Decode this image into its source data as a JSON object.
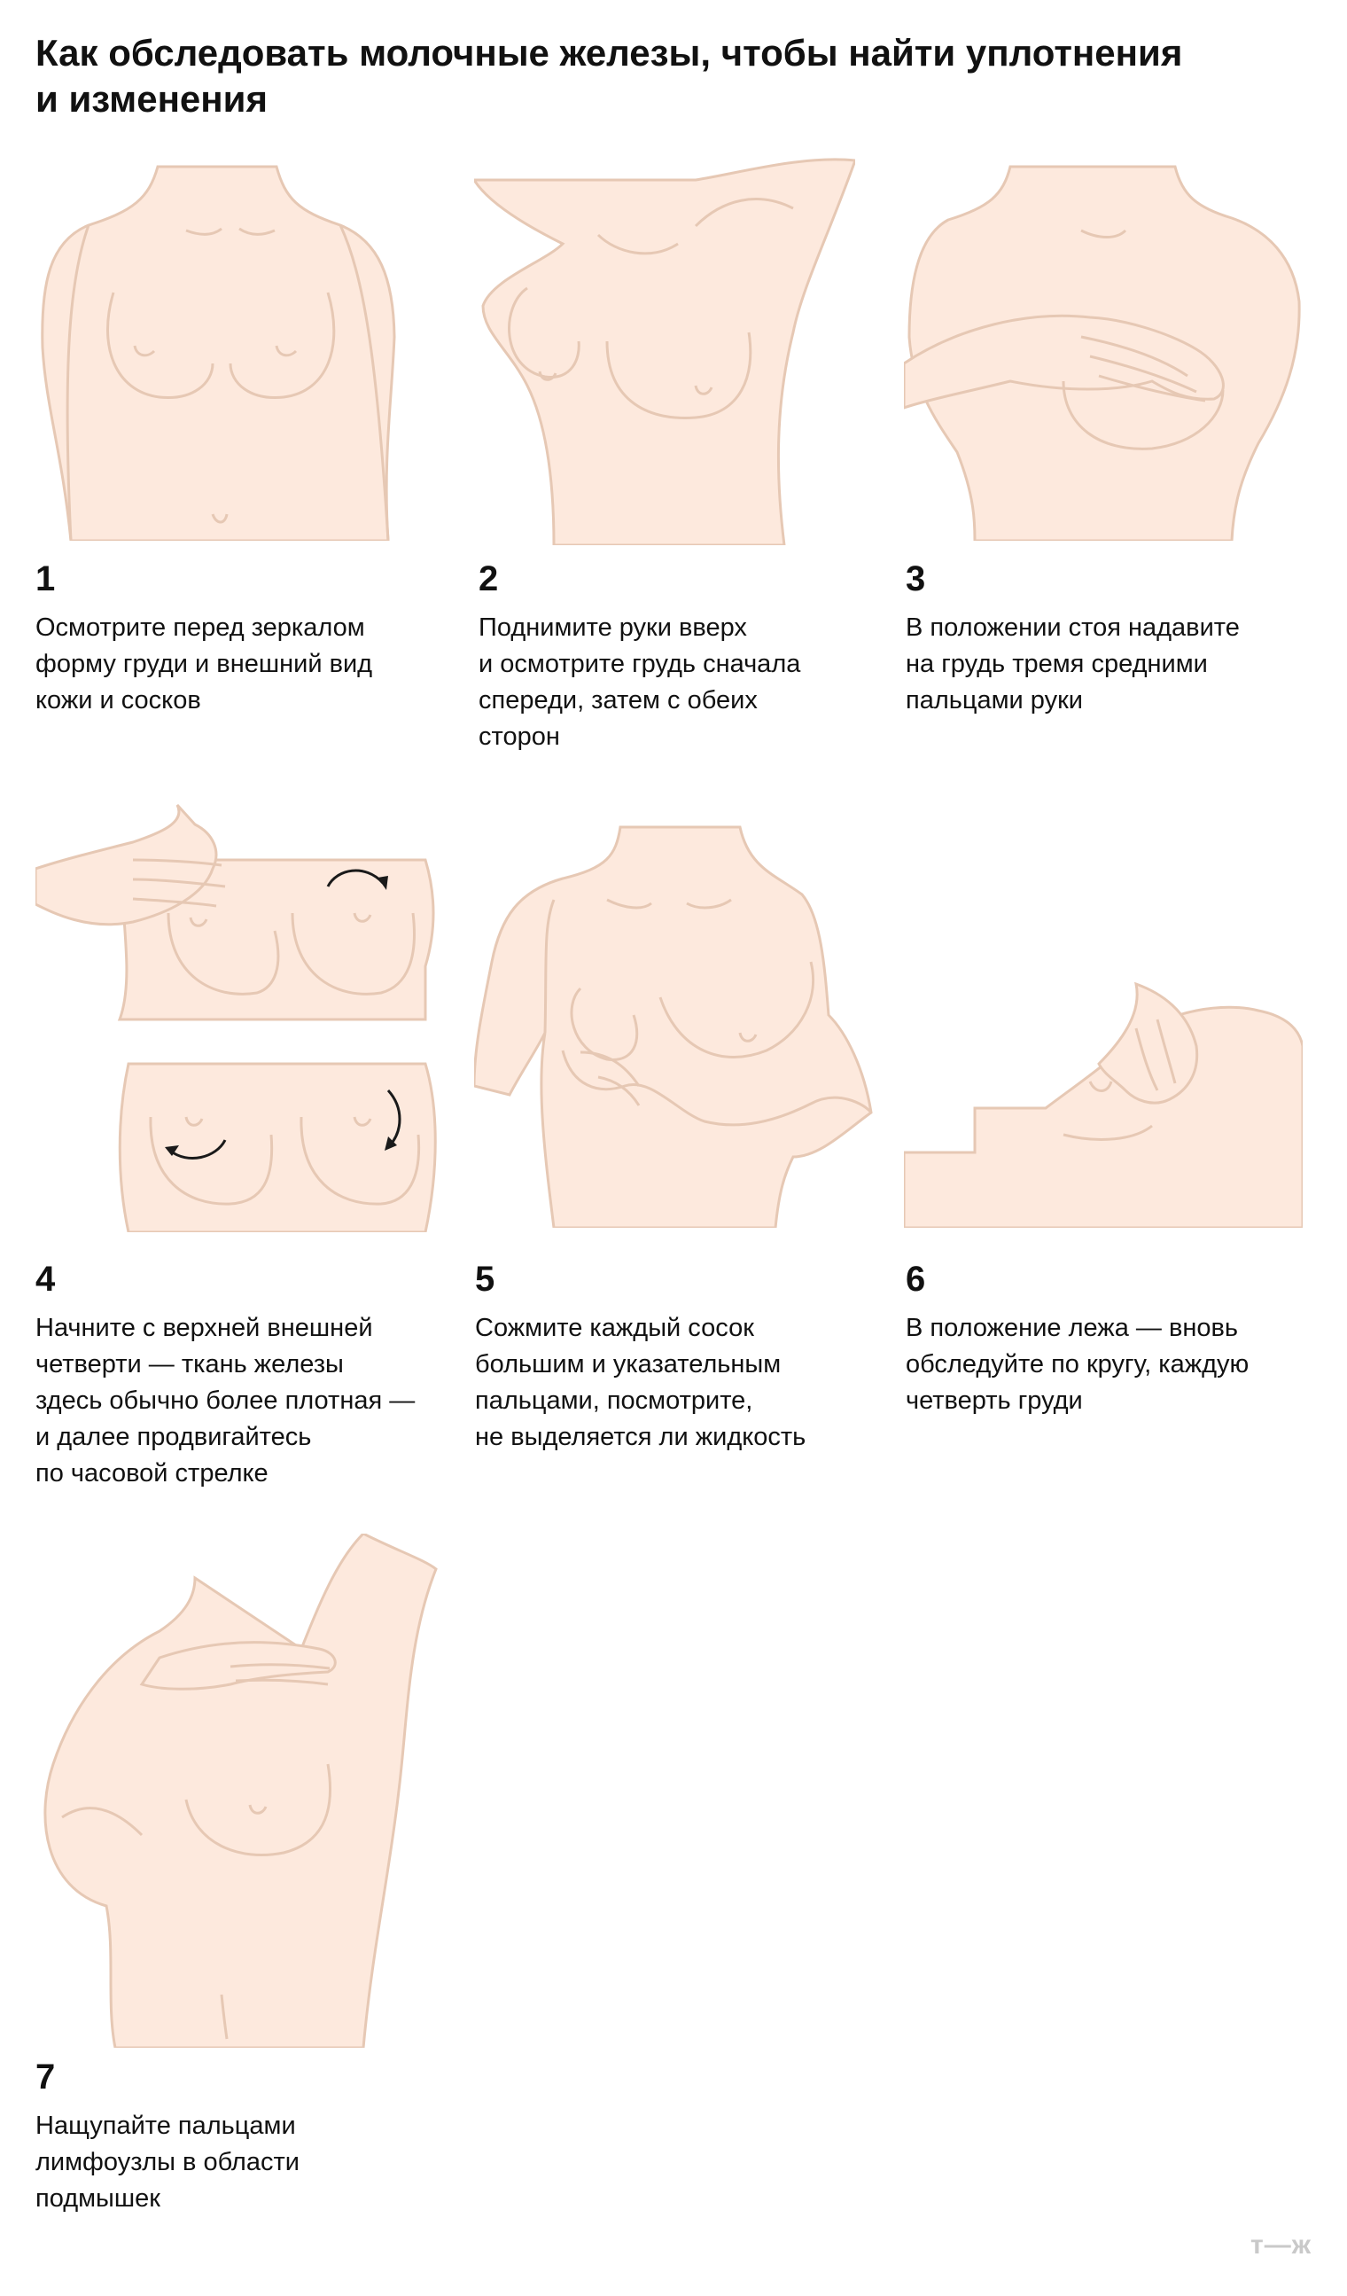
{
  "title": {
    "line1": "Как обследовать молочные железы, чтобы найти уплотнения",
    "line2": "и изменения"
  },
  "colors": {
    "skin": "#fde9dd",
    "outline": "#e6c8b4",
    "arrow": "#1a1a1a",
    "logo": "#c9c9c9"
  },
  "steps": [
    {
      "number": "1",
      "lines": [
        "Осмотрите перед зеркалом",
        "форму груди и внешний вид",
        "кожи и сосков"
      ]
    },
    {
      "number": "2",
      "lines": [
        "Поднимите руки вверх",
        "и осмотрите грудь сначала",
        "спереди, затем с обеих",
        "сторон"
      ]
    },
    {
      "number": "3",
      "lines": [
        "В положении стоя надавите",
        "на грудь тремя средними",
        "пальцами руки"
      ]
    },
    {
      "number": "4",
      "lines": [
        "Начните с верхней внешней",
        "четверти — ткань железы",
        "здесь обычно более плотная —",
        "и далее продвигайтесь",
        "по часовой стрелке"
      ]
    },
    {
      "number": "5",
      "lines": [
        "Сожмите каждый сосок",
        "большим и указательным",
        "пальцами, посмотрите,",
        "не выделяется ли жидкость"
      ]
    },
    {
      "number": "6",
      "lines": [
        "В положение лежа — вновь",
        "обследуйте по кругу, каждую",
        "четверть груди"
      ]
    },
    {
      "number": "7",
      "lines": [
        "Нащупайте пальцами",
        "лимфоузлы в области",
        "подмышек"
      ]
    }
  ],
  "logo": "т—ж"
}
